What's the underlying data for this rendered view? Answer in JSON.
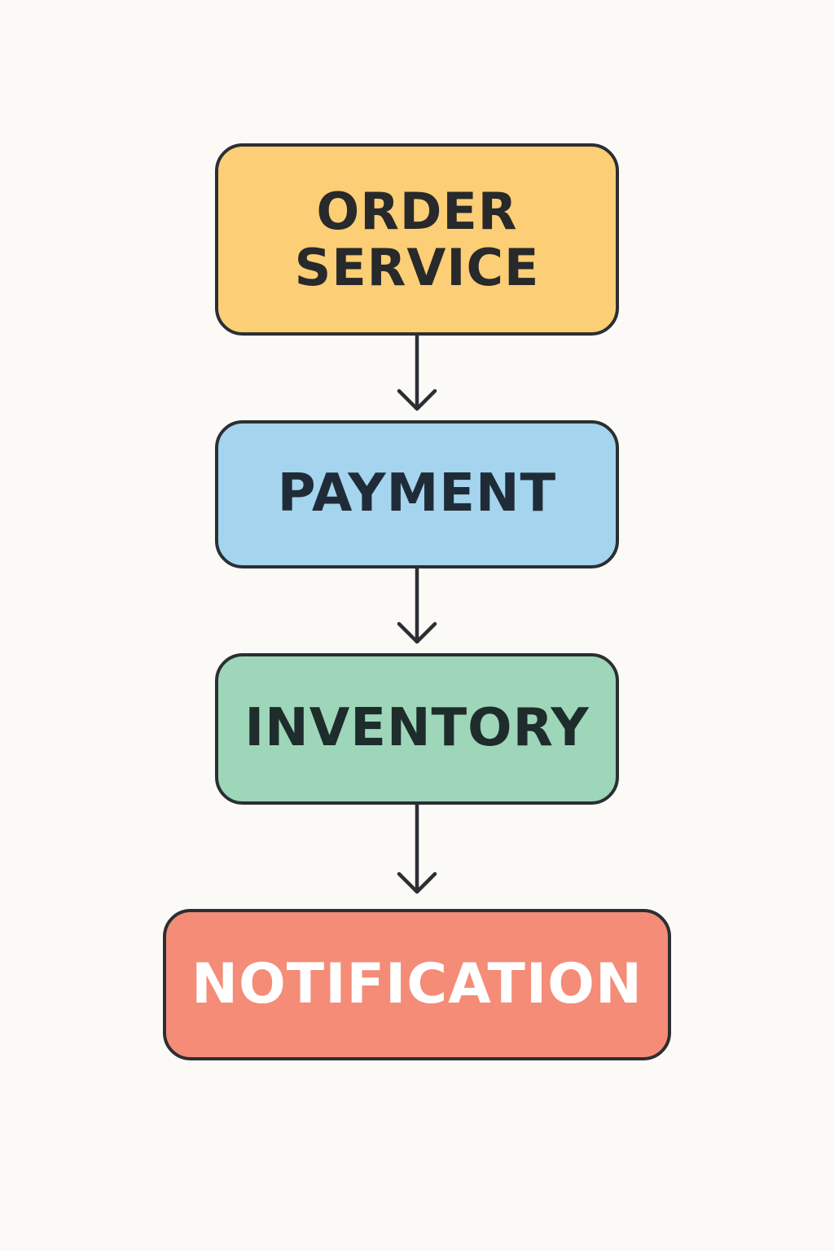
{
  "background_color": "#fbfaf6",
  "line_color": "#2b2f33",
  "nodes": [
    {
      "id": "order-service",
      "lines": [
        "ORDER",
        "SERVICE"
      ],
      "fill": "#fcce76",
      "text_color": "#27292b"
    },
    {
      "id": "payment",
      "lines": [
        "PAYMENT"
      ],
      "fill": "#a5d4ef",
      "text_color": "#1f2c38"
    },
    {
      "id": "inventory",
      "lines": [
        "INVENTORY"
      ],
      "fill": "#9ed6b9",
      "text_color": "#1e2c2c"
    },
    {
      "id": "notification",
      "lines": [
        "NOTIFICATION"
      ],
      "fill": "#f48c78",
      "text_color": "#ffffff"
    }
  ],
  "edges": [
    {
      "from": "order-service",
      "to": "payment"
    },
    {
      "from": "payment",
      "to": "inventory"
    },
    {
      "from": "inventory",
      "to": "notification"
    }
  ]
}
